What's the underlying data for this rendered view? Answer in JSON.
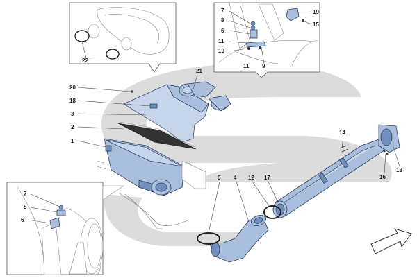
{
  "callouts": [
    {
      "id": "c22",
      "text": "22"
    },
    {
      "id": "c7a",
      "text": "7"
    },
    {
      "id": "c8a",
      "text": "8"
    },
    {
      "id": "c6a",
      "text": "6"
    },
    {
      "id": "c11a",
      "text": "11"
    },
    {
      "id": "c10",
      "text": "10"
    },
    {
      "id": "c11b",
      "text": "11"
    },
    {
      "id": "c9",
      "text": "9"
    },
    {
      "id": "c19",
      "text": "19"
    },
    {
      "id": "c15",
      "text": "15"
    },
    {
      "id": "c21",
      "text": "21"
    },
    {
      "id": "c20",
      "text": "20"
    },
    {
      "id": "c18",
      "text": "18"
    },
    {
      "id": "c3",
      "text": "3"
    },
    {
      "id": "c2",
      "text": "2"
    },
    {
      "id": "c1",
      "text": "1"
    },
    {
      "id": "c14",
      "text": "14"
    },
    {
      "id": "c16",
      "text": "16"
    },
    {
      "id": "c13",
      "text": "13"
    },
    {
      "id": "c5",
      "text": "5"
    },
    {
      "id": "c4",
      "text": "4"
    },
    {
      "id": "c12",
      "text": "12"
    },
    {
      "id": "c17",
      "text": "17"
    },
    {
      "id": "c7b",
      "text": "7"
    },
    {
      "id": "c8b",
      "text": "8"
    },
    {
      "id": "c6b",
      "text": "6"
    }
  ],
  "colors": {
    "part_fill": "#a9bfdd",
    "part_stroke": "#2c3e5e",
    "watermark": "#d9d9d9",
    "frame": "#555555"
  },
  "icons": {
    "direction": "arrow-right-icon"
  }
}
